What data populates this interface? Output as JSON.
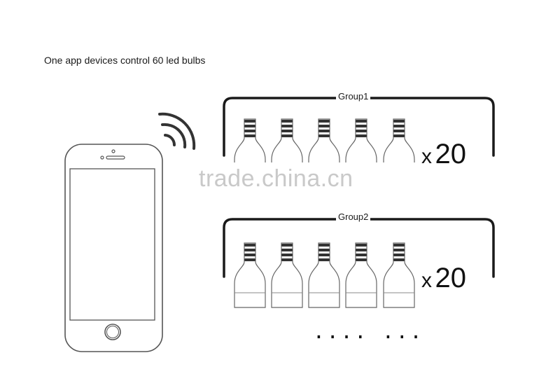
{
  "caption": "One app devices control 60 led bulbs",
  "watermark": "trade.china.cn",
  "groups": [
    {
      "label": "Group1",
      "multiplier_x": "x",
      "multiplier_n": "20"
    },
    {
      "label": "Group2",
      "multiplier_x": "x",
      "multiplier_n": "20"
    }
  ],
  "continuation": "....  ...",
  "icons": [
    "smartphone-icon",
    "wifi-signal-icon",
    "led-bulb-icon"
  ],
  "colors": {
    "line": "#1a1a1a",
    "outline": "#555555",
    "watermark": "#c9c9c9"
  }
}
